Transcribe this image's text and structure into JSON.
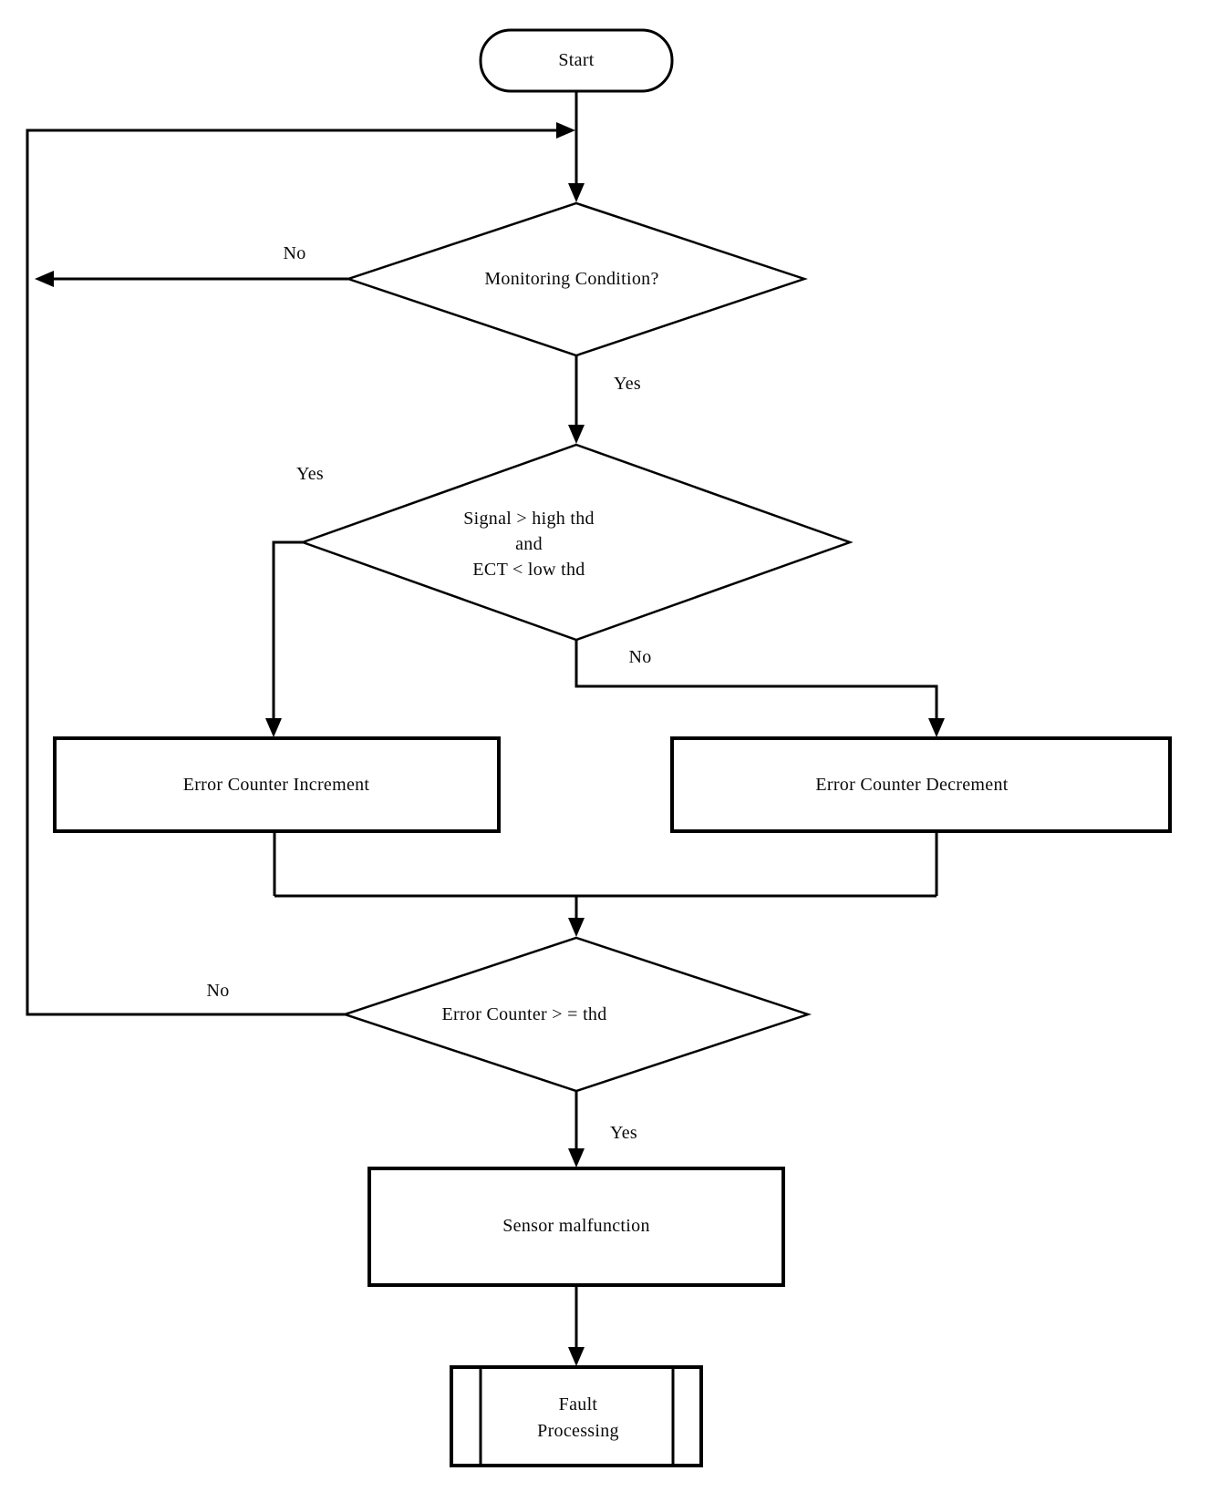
{
  "colors": {
    "background": "#ffffff",
    "line": "#000000",
    "text": "#0a0a0a"
  },
  "flowchart": {
    "nodes": {
      "start": {
        "shape": "terminator",
        "label": "Start"
      },
      "monitoring_condition": {
        "shape": "decision",
        "label": "Monitoring Condition?"
      },
      "signal_check": {
        "shape": "decision",
        "lines": [
          "Signal > high thd",
          "and",
          "ECT < low thd"
        ]
      },
      "error_counter_increment": {
        "shape": "process",
        "label": "Error Counter Increment"
      },
      "error_counter_decrement": {
        "shape": "process",
        "label": "Error Counter Decrement"
      },
      "error_counter_threshold": {
        "shape": "decision",
        "label": "Error Counter > = thd"
      },
      "sensor_malfunction": {
        "shape": "process",
        "label": "Sensor malfunction"
      },
      "fault_processing": {
        "shape": "predefined_process",
        "lines": [
          "Fault",
          "Processing"
        ]
      }
    },
    "edge_labels": {
      "monitoring_no": "No",
      "monitoring_yes": "Yes",
      "signal_yes": "Yes",
      "signal_no": "No",
      "threshold_no": "No",
      "threshold_yes": "Yes"
    }
  }
}
